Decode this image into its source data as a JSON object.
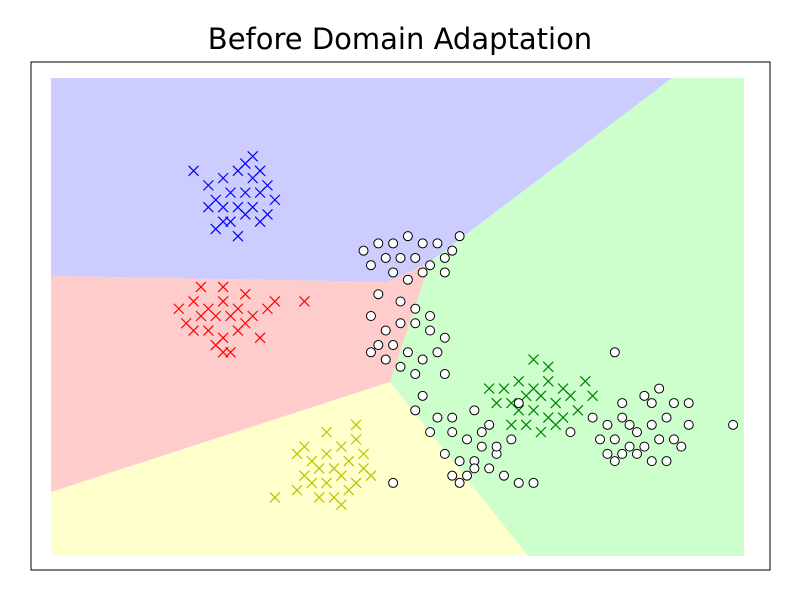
{
  "chart_data": {
    "type": "scatter",
    "title": "Before Domain Adaptation",
    "xlabel": "",
    "ylabel": "",
    "axes_ticks": false,
    "grid": false,
    "legend": "none",
    "xlim": [
      0,
      10
    ],
    "ylim": [
      0,
      7
    ],
    "decision_regions": {
      "rendering": "filled class regions",
      "colors": {
        "blue": "#ccccff",
        "red": "#ffcccc",
        "yellow": "#ffffcc",
        "green": "#ccffcc"
      }
    },
    "series": [
      {
        "marker": "x",
        "color": "#0000ff",
        "points": [
          [
            2.4,
            5.3
          ],
          [
            2.6,
            5.4
          ],
          [
            2.8,
            5.5
          ],
          [
            3.0,
            5.4
          ],
          [
            3.2,
            5.3
          ],
          [
            2.5,
            5.1
          ],
          [
            2.7,
            5.2
          ],
          [
            2.9,
            5.2
          ],
          [
            3.1,
            5.2
          ],
          [
            3.3,
            5.1
          ],
          [
            2.6,
            5.0
          ],
          [
            2.8,
            5.0
          ],
          [
            3.0,
            5.0
          ],
          [
            2.7,
            4.8
          ],
          [
            2.9,
            4.9
          ],
          [
            3.1,
            4.8
          ],
          [
            2.5,
            4.7
          ],
          [
            2.8,
            4.6
          ],
          [
            3.2,
            4.9
          ],
          [
            2.4,
            5.0
          ],
          [
            2.9,
            5.6
          ],
          [
            3.0,
            5.7
          ],
          [
            3.1,
            5.5
          ],
          [
            2.2,
            5.5
          ],
          [
            2.6,
            4.8
          ]
        ]
      },
      {
        "marker": "x",
        "color": "#ff0000",
        "points": [
          [
            2.0,
            3.6
          ],
          [
            2.2,
            3.7
          ],
          [
            2.4,
            3.6
          ],
          [
            2.6,
            3.7
          ],
          [
            2.8,
            3.6
          ],
          [
            3.0,
            3.5
          ],
          [
            3.2,
            3.6
          ],
          [
            2.1,
            3.4
          ],
          [
            2.3,
            3.5
          ],
          [
            2.5,
            3.5
          ],
          [
            2.7,
            3.5
          ],
          [
            2.9,
            3.4
          ],
          [
            2.4,
            3.3
          ],
          [
            2.6,
            3.2
          ],
          [
            2.8,
            3.3
          ],
          [
            2.3,
            3.9
          ],
          [
            2.6,
            3.9
          ],
          [
            2.9,
            3.8
          ],
          [
            2.5,
            3.1
          ],
          [
            2.7,
            3.0
          ],
          [
            3.3,
            3.7
          ],
          [
            3.1,
            3.2
          ],
          [
            2.2,
            3.3
          ],
          [
            2.6,
            3.0
          ],
          [
            3.7,
            3.7
          ]
        ]
      },
      {
        "marker": "x",
        "color": "#bfbf00",
        "points": [
          [
            3.6,
            1.6
          ],
          [
            3.8,
            1.5
          ],
          [
            4.0,
            1.6
          ],
          [
            4.2,
            1.7
          ],
          [
            4.4,
            1.8
          ],
          [
            3.7,
            1.3
          ],
          [
            3.9,
            1.4
          ],
          [
            4.1,
            1.4
          ],
          [
            4.3,
            1.5
          ],
          [
            4.5,
            1.6
          ],
          [
            3.8,
            1.2
          ],
          [
            4.0,
            1.2
          ],
          [
            4.2,
            1.3
          ],
          [
            4.4,
            1.2
          ],
          [
            3.9,
            1.0
          ],
          [
            4.1,
            1.0
          ],
          [
            4.3,
            1.1
          ],
          [
            4.5,
            1.4
          ],
          [
            4.6,
            1.3
          ],
          [
            3.7,
            1.7
          ],
          [
            4.0,
            1.9
          ],
          [
            3.6,
            1.1
          ],
          [
            4.2,
            0.9
          ],
          [
            3.3,
            1.0
          ],
          [
            4.4,
            2.0
          ]
        ]
      },
      {
        "marker": "x",
        "color": "#008000",
        "points": [
          [
            6.4,
            2.5
          ],
          [
            6.6,
            2.6
          ],
          [
            6.8,
            2.5
          ],
          [
            7.0,
            2.6
          ],
          [
            7.2,
            2.5
          ],
          [
            6.5,
            2.3
          ],
          [
            6.7,
            2.4
          ],
          [
            6.9,
            2.4
          ],
          [
            7.1,
            2.3
          ],
          [
            7.3,
            2.4
          ],
          [
            6.6,
            2.2
          ],
          [
            6.8,
            2.2
          ],
          [
            7.0,
            2.1
          ],
          [
            6.7,
            2.0
          ],
          [
            6.9,
            1.9
          ],
          [
            7.1,
            2.0
          ],
          [
            7.4,
            2.2
          ],
          [
            6.3,
            2.3
          ],
          [
            7.0,
            2.8
          ],
          [
            6.8,
            2.9
          ],
          [
            7.5,
            2.6
          ],
          [
            6.5,
            2.0
          ],
          [
            7.2,
            2.1
          ],
          [
            7.6,
            2.4
          ],
          [
            6.2,
            2.5
          ]
        ]
      },
      {
        "marker": "o",
        "color": "#ffffff",
        "points": [
          [
            4.5,
            4.4
          ],
          [
            4.7,
            4.5
          ],
          [
            4.9,
            4.5
          ],
          [
            5.1,
            4.6
          ],
          [
            5.3,
            4.5
          ],
          [
            5.5,
            4.5
          ],
          [
            5.7,
            4.4
          ],
          [
            4.6,
            4.2
          ],
          [
            4.8,
            4.3
          ],
          [
            5.0,
            4.3
          ],
          [
            5.2,
            4.3
          ],
          [
            5.4,
            4.2
          ],
          [
            5.6,
            4.3
          ],
          [
            4.9,
            4.1
          ],
          [
            5.1,
            4.0
          ],
          [
            5.3,
            4.1
          ],
          [
            5.6,
            4.1
          ],
          [
            5.8,
            4.6
          ],
          [
            4.7,
            3.8
          ],
          [
            5.0,
            3.7
          ],
          [
            5.2,
            3.6
          ],
          [
            5.4,
            3.5
          ],
          [
            4.6,
            3.5
          ],
          [
            4.8,
            3.3
          ],
          [
            5.0,
            3.4
          ],
          [
            5.2,
            3.4
          ],
          [
            5.4,
            3.3
          ],
          [
            5.6,
            3.2
          ],
          [
            4.7,
            3.1
          ],
          [
            4.9,
            3.1
          ],
          [
            5.1,
            3.0
          ],
          [
            5.3,
            2.9
          ],
          [
            5.5,
            3.0
          ],
          [
            4.6,
            3.0
          ],
          [
            4.8,
            2.9
          ],
          [
            5.0,
            2.8
          ],
          [
            5.2,
            2.7
          ],
          [
            5.6,
            2.7
          ],
          [
            5.3,
            2.4
          ],
          [
            5.2,
            2.2
          ],
          [
            5.5,
            2.1
          ],
          [
            5.7,
            2.1
          ],
          [
            6.0,
            2.2
          ],
          [
            6.2,
            2.0
          ],
          [
            5.4,
            1.9
          ],
          [
            5.7,
            1.9
          ],
          [
            5.9,
            1.8
          ],
          [
            6.1,
            1.7
          ],
          [
            6.3,
            1.6
          ],
          [
            5.6,
            1.6
          ],
          [
            5.8,
            1.5
          ],
          [
            6.0,
            1.5
          ],
          [
            6.2,
            1.4
          ],
          [
            5.9,
            1.3
          ],
          [
            6.4,
            1.3
          ],
          [
            5.7,
            1.3
          ],
          [
            5.8,
            1.2
          ],
          [
            6.6,
            1.2
          ],
          [
            6.8,
            1.2
          ],
          [
            6.1,
            1.9
          ],
          [
            6.5,
            1.8
          ],
          [
            6.3,
            1.7
          ],
          [
            7.6,
            2.1
          ],
          [
            7.8,
            2.0
          ],
          [
            8.0,
            2.1
          ],
          [
            8.2,
            1.9
          ],
          [
            8.4,
            2.0
          ],
          [
            8.6,
            2.1
          ],
          [
            7.7,
            1.8
          ],
          [
            7.9,
            1.8
          ],
          [
            8.1,
            1.7
          ],
          [
            8.3,
            1.7
          ],
          [
            8.5,
            1.8
          ],
          [
            8.7,
            1.8
          ],
          [
            7.8,
            1.6
          ],
          [
            8.0,
            1.6
          ],
          [
            8.2,
            1.6
          ],
          [
            8.4,
            1.5
          ],
          [
            8.6,
            1.5
          ],
          [
            8.0,
            2.3
          ],
          [
            8.4,
            2.3
          ],
          [
            8.7,
            2.3
          ],
          [
            8.9,
            2.0
          ],
          [
            8.8,
            1.7
          ],
          [
            8.5,
            2.5
          ],
          [
            8.3,
            2.4
          ],
          [
            7.9,
            1.5
          ],
          [
            8.1,
            2.0
          ],
          [
            9.5,
            2.0
          ],
          [
            4.9,
            1.2
          ],
          [
            7.9,
            3.0
          ],
          [
            6.0,
            1.4
          ],
          [
            6.6,
            2.3
          ],
          [
            7.3,
            1.9
          ],
          [
            8.9,
            2.3
          ]
        ]
      }
    ]
  }
}
